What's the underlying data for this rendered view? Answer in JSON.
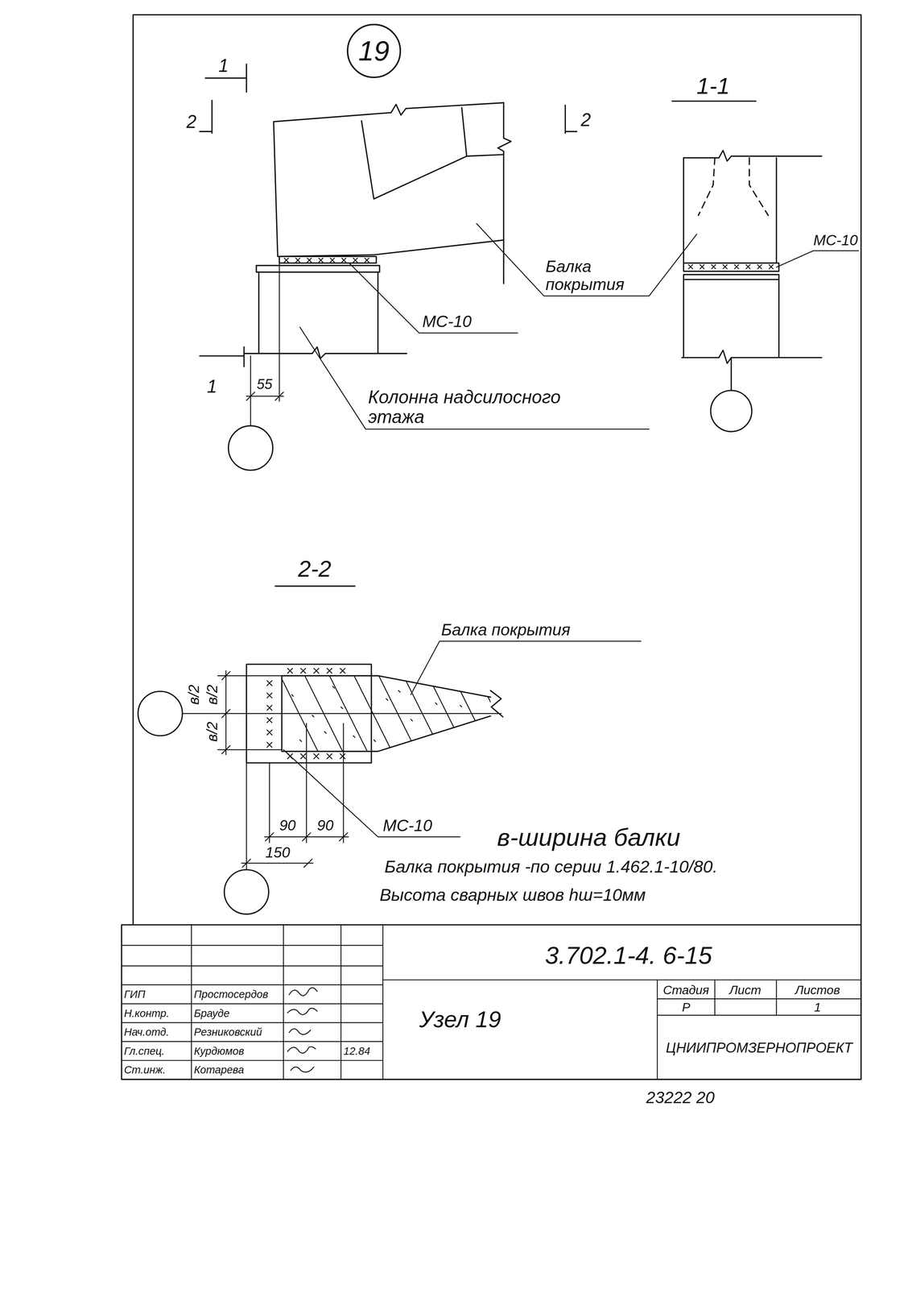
{
  "diagram": {
    "nodes": [
      {
        "text": [
          "19"
        ]
      }
    ],
    "labels": [
      "1",
      "2",
      "2",
      "1-1",
      "МС-10",
      "Балка покрытия",
      "МС-10",
      "1",
      "Колонна надсилосного этажа",
      "55",
      "2-2",
      "Балка покрытия",
      "в/2",
      "в/2",
      "в/2",
      "МС-10",
      "90",
      "90",
      "150",
      "в-ширина балки",
      "Балка покрытия -по серии 1.462.1-10/80.",
      "Высота сварных швов hш=10мм",
      "3.702.1-4. 6-15",
      "Узел 19",
      "Стадия",
      "Лист",
      "Листов",
      "Р",
      "1",
      "ЦНИИПРОМЗЕРНОПРОЕКТ",
      "ГИП",
      "Простосердов",
      "Н.контр.",
      "Брауде",
      "Нач.отд.",
      "Резниковский",
      "Гл.спец.",
      "Курдюмов",
      "12.84",
      "Ст.инж.",
      "Котарева",
      "23222 20"
    ]
  }
}
